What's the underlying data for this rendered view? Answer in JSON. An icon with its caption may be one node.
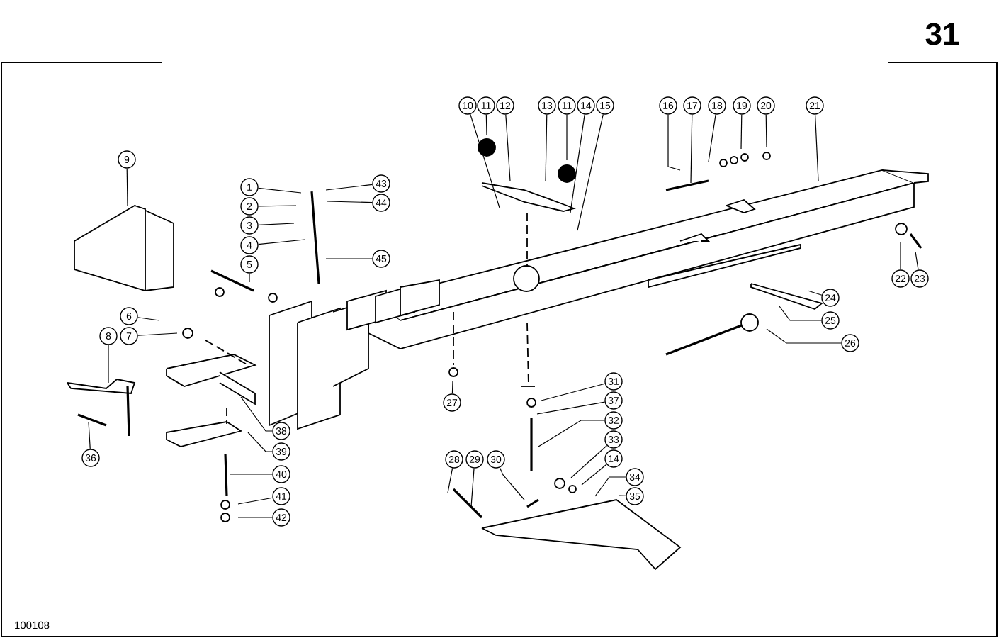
{
  "diagram": {
    "nodes": [
      {
        "text": [
          "10"
        ]
      },
      {
        "text": [
          "11"
        ]
      },
      {
        "text": [
          "12"
        ]
      },
      {
        "text": [
          "13"
        ]
      },
      {
        "text": [
          "11"
        ]
      },
      {
        "text": [
          "14"
        ]
      },
      {
        "text": [
          "15"
        ]
      },
      {
        "text": [
          "16"
        ]
      },
      {
        "text": [
          "17"
        ]
      },
      {
        "text": [
          "18"
        ]
      },
      {
        "text": [
          "19"
        ]
      },
      {
        "text": [
          "20"
        ]
      },
      {
        "text": [
          "21"
        ]
      },
      {
        "text": [
          "9"
        ]
      },
      {
        "text": [
          "1"
        ]
      },
      {
        "text": [
          "43"
        ]
      },
      {
        "text": [
          "2"
        ]
      },
      {
        "text": [
          "44"
        ]
      },
      {
        "text": [
          "3"
        ]
      },
      {
        "text": [
          "4"
        ]
      },
      {
        "text": [
          "45"
        ]
      },
      {
        "text": [
          "5"
        ]
      },
      {
        "text": [
          "22"
        ]
      },
      {
        "text": [
          "23"
        ]
      },
      {
        "text": [
          "24"
        ]
      },
      {
        "text": [
          "25"
        ]
      },
      {
        "text": [
          "6"
        ]
      },
      {
        "text": [
          "7"
        ]
      },
      {
        "text": [
          "8"
        ]
      },
      {
        "text": [
          "26"
        ]
      },
      {
        "text": [
          "31"
        ]
      },
      {
        "text": [
          "37"
        ]
      },
      {
        "text": [
          "27"
        ]
      },
      {
        "text": [
          "32"
        ]
      },
      {
        "text": [
          "38"
        ]
      },
      {
        "text": [
          "33"
        ]
      },
      {
        "text": [
          "39"
        ]
      },
      {
        "text": [
          "36"
        ]
      },
      {
        "text": [
          "14"
        ]
      },
      {
        "text": [
          "28"
        ]
      },
      {
        "text": [
          "29"
        ]
      },
      {
        "text": [
          "30"
        ]
      },
      {
        "text": [
          "40"
        ]
      },
      {
        "text": [
          "34"
        ]
      },
      {
        "text": [
          "35"
        ]
      },
      {
        "text": [
          "41"
        ]
      },
      {
        "text": [
          "42"
        ]
      }
    ],
    "edges": [
      {
        "from": 0,
        "to": null,
        "arrow": "none"
      },
      {
        "from": 1,
        "to": null,
        "arrow": "none"
      },
      {
        "from": 2,
        "to": null,
        "arrow": "none"
      },
      {
        "from": 3,
        "to": null,
        "arrow": "none"
      },
      {
        "from": 4,
        "to": null,
        "arrow": "none"
      },
      {
        "from": 5,
        "to": null,
        "arrow": "none"
      },
      {
        "from": 6,
        "to": null,
        "arrow": "none"
      },
      {
        "from": 7,
        "to": null,
        "arrow": "none"
      },
      {
        "from": 8,
        "to": null,
        "arrow": "none"
      },
      {
        "from": 9,
        "to": null,
        "arrow": "none"
      },
      {
        "from": 10,
        "to": null,
        "arrow": "none"
      },
      {
        "from": 11,
        "to": null,
        "arrow": "none"
      },
      {
        "from": 12,
        "to": null,
        "arrow": "none"
      },
      {
        "from": 13,
        "to": null,
        "arrow": "none"
      },
      {
        "from": 14,
        "to": null,
        "arrow": "none"
      },
      {
        "from": 15,
        "to": null,
        "arrow": "none"
      },
      {
        "from": 16,
        "to": null,
        "arrow": "none"
      },
      {
        "from": 17,
        "to": null,
        "arrow": "none"
      },
      {
        "from": 18,
        "to": null,
        "arrow": "none"
      },
      {
        "from": 19,
        "to": null,
        "arrow": "none"
      },
      {
        "from": 20,
        "to": null,
        "arrow": "none"
      },
      {
        "from": 21,
        "to": null,
        "arrow": "none"
      },
      {
        "from": 22,
        "to": null,
        "arrow": "none"
      },
      {
        "from": 23,
        "to": null,
        "arrow": "none"
      },
      {
        "from": 24,
        "to": null,
        "arrow": "none"
      },
      {
        "from": 25,
        "to": null,
        "arrow": "none"
      },
      {
        "from": 26,
        "to": null,
        "arrow": "none"
      },
      {
        "from": 27,
        "to": null,
        "arrow": "none"
      },
      {
        "from": 28,
        "to": null,
        "arrow": "none"
      },
      {
        "from": 29,
        "to": null,
        "arrow": "none"
      },
      {
        "from": 30,
        "to": null,
        "arrow": "none"
      },
      {
        "from": 31,
        "to": null,
        "arrow": "none"
      },
      {
        "from": 32,
        "to": null,
        "arrow": "none"
      },
      {
        "from": 33,
        "to": null,
        "arrow": "none"
      },
      {
        "from": 34,
        "to": null,
        "arrow": "none"
      },
      {
        "from": 35,
        "to": null,
        "arrow": "none"
      },
      {
        "from": 36,
        "to": null,
        "arrow": "none"
      },
      {
        "from": 37,
        "to": null,
        "arrow": "none"
      },
      {
        "from": 38,
        "to": null,
        "arrow": "none"
      },
      {
        "from": 39,
        "to": null,
        "arrow": "none"
      },
      {
        "from": 40,
        "to": null,
        "arrow": "none"
      },
      {
        "from": 41,
        "to": null,
        "arrow": "none"
      },
      {
        "from": 42,
        "to": null,
        "arrow": "none"
      },
      {
        "from": 43,
        "to": null,
        "arrow": "none"
      },
      {
        "from": 44,
        "to": null,
        "arrow": "none"
      },
      {
        "from": 45,
        "to": null,
        "arrow": "none"
      },
      {
        "from": 46,
        "to": null,
        "arrow": "none"
      }
    ],
    "labels": [
      "31",
      "100108"
    ]
  }
}
